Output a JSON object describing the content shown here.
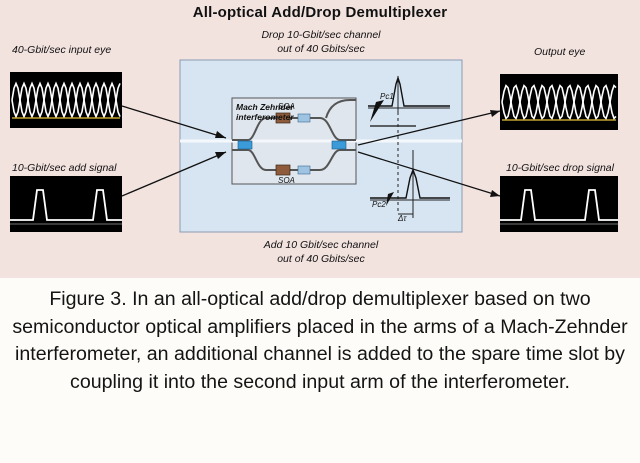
{
  "figure": {
    "title": "All-optical Add/Drop Demultiplexer",
    "labels": {
      "input_eye": "40-Gbit/sec input eye",
      "add_signal": "10-Gbit/sec add signal",
      "output_eye": "Output eye",
      "drop_signal": "10-Gbit/sec drop signal",
      "drop_channel_line1": "Drop 10-Gbit/sec channel",
      "drop_channel_line2": "out of 40 Gbits/sec",
      "add_channel_line1": "Add 10 Gbit/sec channel",
      "add_channel_line2": "out of 40 Gbits/sec",
      "mz_line1": "Mach Zehnder",
      "mz_line2": "interferometer",
      "soa_top": "SOA",
      "soa_bottom": "SOA",
      "pulse_top": "Pc1",
      "pulse_bottom": "Pc2",
      "delta_t": "Δτ"
    },
    "colors": {
      "figure_bg": "#f3e3df",
      "scope_bg": "#000000",
      "trace": "#ffffff",
      "trace_accent": "#e8c33a",
      "mz_panel": "#d7e4f1",
      "waveguide": "#555555",
      "coupler": "#3a9bd8"
    }
  },
  "caption": {
    "text": "Figure 3. In an all-optical add/drop demultiplexer based on two semiconductor optical amplifiers placed in the arms of a Mach-Zehnder interferometer, an additional channel is added to the spare time slot by coupling it into the second input arm of the interferometer."
  }
}
